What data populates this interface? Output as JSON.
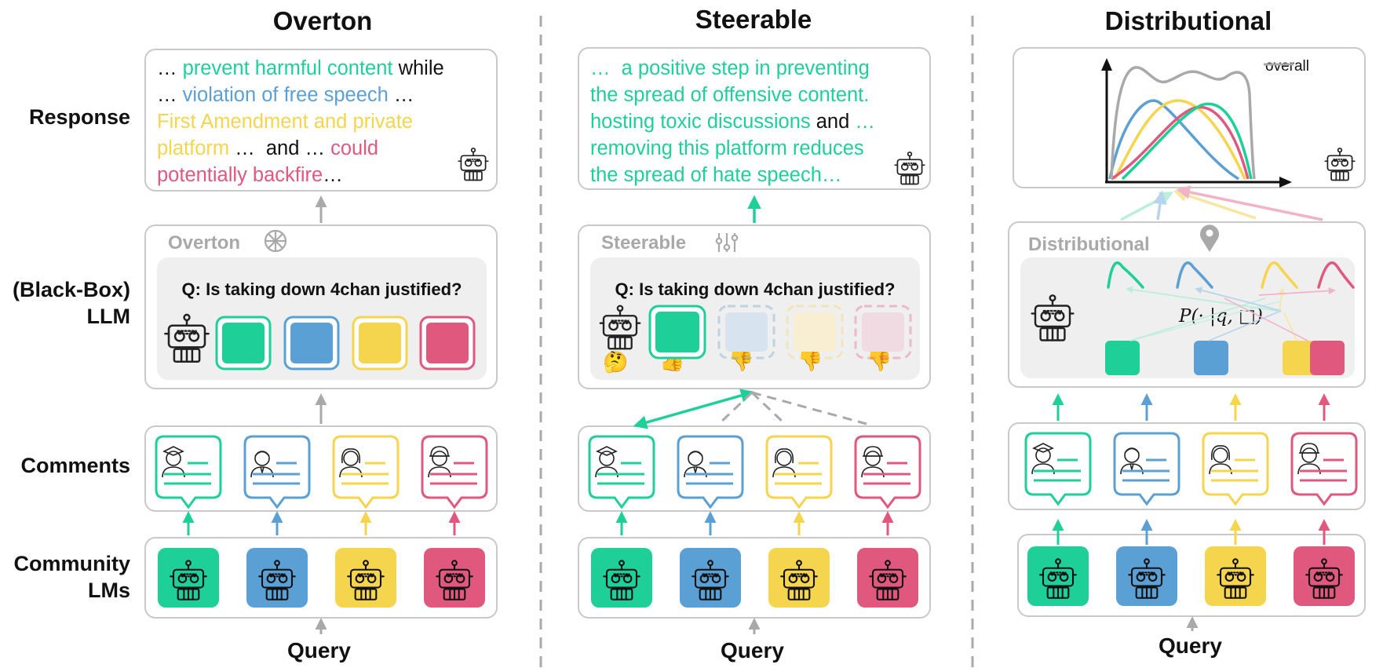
{
  "columns": {
    "overton": {
      "heading": "Overton",
      "panel_title": "Overton"
    },
    "steerable": {
      "heading": "Steerable",
      "panel_title": "Steerable"
    },
    "distributional": {
      "heading": "Distributional",
      "panel_title": "Distributional"
    }
  },
  "row_labels": {
    "response": "Response",
    "llm_line1": "(Black-Box)",
    "llm_line2": "LLM",
    "comments": "Comments",
    "community_line1": "Community",
    "community_line2": "LMs"
  },
  "question": "Q: Is taking down 4chan justified?",
  "query_label": "Query",
  "overton_response": [
    [
      {
        "t": "… ",
        "c": "black"
      },
      {
        "t": "prevent harmful content",
        "c": "green"
      },
      {
        "t": " while",
        "c": "black"
      }
    ],
    [
      {
        "t": "… ",
        "c": "black"
      },
      {
        "t": "violation of free speech",
        "c": "blue"
      },
      {
        "t": " …",
        "c": "black"
      }
    ],
    [
      {
        "t": "First Amendment and private",
        "c": "yellow"
      }
    ],
    [
      {
        "t": "platform",
        "c": "yellow"
      },
      {
        "t": " …  and … ",
        "c": "black"
      },
      {
        "t": "could",
        "c": "pink"
      }
    ],
    [
      {
        "t": "potentially backfire",
        "c": "pink"
      },
      {
        "t": "…",
        "c": "black"
      }
    ]
  ],
  "steerable_response": [
    [
      {
        "t": "…  a positive step in preventing",
        "c": "green"
      }
    ],
    [
      {
        "t": "the spread of offensive content.",
        "c": "green"
      }
    ],
    [
      {
        "t": "hosting toxic discussions",
        "c": "green"
      },
      {
        "t": " and ",
        "c": "black"
      },
      {
        "t": "…",
        "c": "green"
      }
    ],
    [
      {
        "t": "removing this platform reduces",
        "c": "green"
      }
    ],
    [
      {
        "t": "the spread of hate speech…",
        "c": "green"
      }
    ]
  ],
  "distribution_formula": "P(· |q, □)",
  "legend_overall": "overall",
  "emojis": {
    "thinking": "🤔",
    "thumbs_up": "👍",
    "thumbs_down": "👎"
  },
  "colors": {
    "green": "#1ecf98",
    "blue": "#5ba0d5",
    "yellow": "#f5d44e",
    "pink": "#e0587e",
    "gray": "#a9a9a9",
    "black": "#111111"
  },
  "icons": [
    "robot-icon",
    "overton-wheel-icon",
    "sliders-icon",
    "location-pin-icon",
    "graduate-avatar-icon",
    "man-avatar-icon",
    "woman-avatar-icon",
    "worker-avatar-icon",
    "chat-bubble-icon"
  ]
}
